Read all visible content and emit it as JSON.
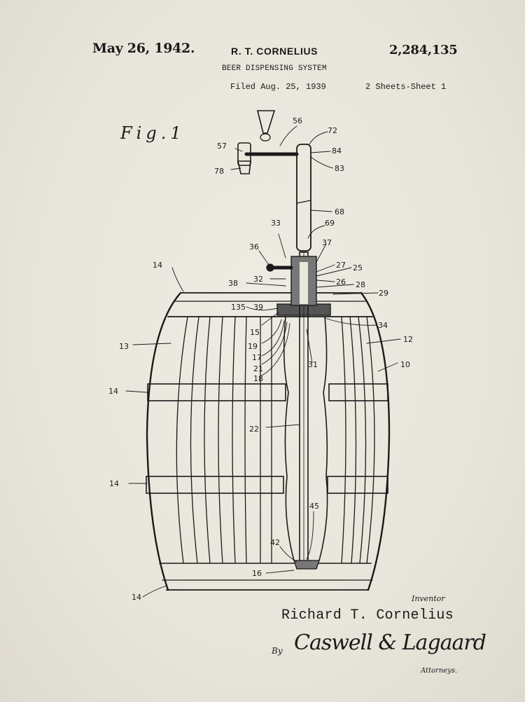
{
  "header": {
    "date": "May 26, 1942.",
    "inventor_header": "R. T. CORNELIUS",
    "patent_number": "2,284,135",
    "title": "BEER DISPENSING SYSTEM",
    "filed": "Filed Aug. 25, 1939",
    "sheets": "2 Sheets-Sheet 1"
  },
  "figure": {
    "label": "Fig.1",
    "reference_numerals": [
      "56",
      "57",
      "72",
      "84",
      "83",
      "78",
      "68",
      "69",
      "33",
      "36",
      "37",
      "27",
      "25",
      "32",
      "38",
      "26",
      "28",
      "29",
      "135",
      "39",
      "14",
      "15",
      "19",
      "17",
      "21",
      "18",
      "13",
      "12",
      "10",
      "34",
      "31",
      "22",
      "45",
      "42",
      "16"
    ]
  },
  "footer": {
    "inventor_label": "Inventor",
    "inventor_name": "Richard T. Cornelius",
    "by": "By",
    "signature": "Caswell & Lagaard",
    "attorneys_label": "Attorneys."
  },
  "colors": {
    "paper": "#e9e6dc",
    "ink": "#1a1a1a"
  }
}
